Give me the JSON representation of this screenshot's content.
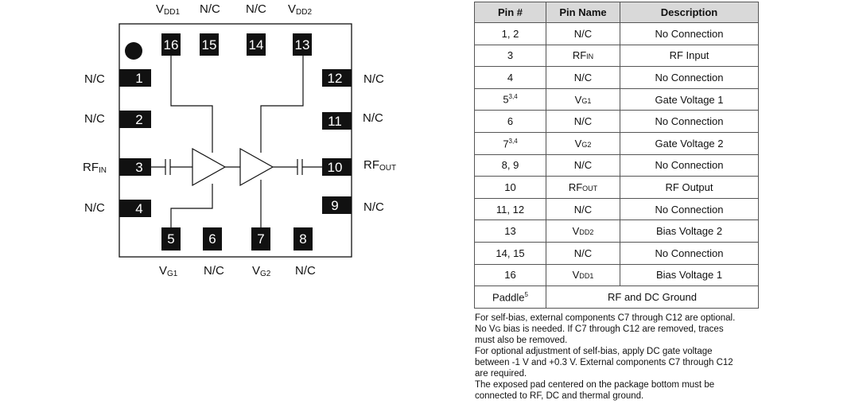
{
  "package": {
    "pin_numbers": {
      "p1": "1",
      "p2": "2",
      "p3": "3",
      "p4": "4",
      "p5": "5",
      "p6": "6",
      "p7": "7",
      "p8": "8",
      "p9": "9",
      "p10": "10",
      "p11": "11",
      "p12": "12",
      "p13": "13",
      "p14": "14",
      "p15": "15",
      "p16": "16"
    },
    "labels": {
      "top_vdd1_main": "V",
      "top_vdd1_sub": "DD1",
      "top_15": "N/C",
      "top_14": "N/C",
      "top_vdd2_main": "V",
      "top_vdd2_sub": "DD2",
      "left_1": "N/C",
      "left_2": "N/C",
      "left_rfin_main": "RF",
      "left_rfin_sub": "IN",
      "left_4": "N/C",
      "right_12": "N/C",
      "right_11": "N/C",
      "right_rfout_main": "RF",
      "right_rfout_sub": "OUT",
      "right_9": "N/C",
      "bottom_vg1_main": "V",
      "bottom_vg1_sub": "G1",
      "bottom_6": "N/C",
      "bottom_vg2_main": "V",
      "bottom_vg2_sub": "G2",
      "bottom_8": "N/C"
    }
  },
  "table": {
    "headers": {
      "pin": "Pin #",
      "name": "Pin Name",
      "desc": "Description"
    },
    "rows": [
      {
        "pin": "1, 2",
        "name": "N/C",
        "desc": "No Connection"
      },
      {
        "pin": "3",
        "name": "RF",
        "name_sub": "IN",
        "desc": "RF Input"
      },
      {
        "pin": "4",
        "name": "N/C",
        "desc": "No Connection"
      },
      {
        "pin": "5",
        "pin_sup": "3,4",
        "name": "V",
        "name_sub": "G1",
        "desc": "Gate Voltage 1"
      },
      {
        "pin": "6",
        "name": "N/C",
        "desc": "No Connection"
      },
      {
        "pin": "7",
        "pin_sup": "3,4",
        "name": "V",
        "name_sub": "G2",
        "desc": "Gate Voltage 2"
      },
      {
        "pin": "8, 9",
        "name": "N/C",
        "desc": "No Connection"
      },
      {
        "pin": "10",
        "name": "RF",
        "name_sub": "OUT",
        "desc": "RF Output"
      },
      {
        "pin": "11, 12",
        "name": "N/C",
        "desc": "No Connection"
      },
      {
        "pin": "13",
        "name": "V",
        "name_sub": "DD2",
        "desc": "Bias Voltage 2"
      },
      {
        "pin": "14, 15",
        "name": "N/C",
        "desc": "No Connection"
      },
      {
        "pin": "16",
        "name": "V",
        "name_sub": "DD1",
        "desc": "Bias Voltage 1"
      },
      {
        "pin": "Paddle",
        "pin_sup": "5",
        "desc": "RF and DC Ground"
      }
    ]
  },
  "notes": {
    "n1_a": "For self-bias, external components C7 through C12 are optional.  No V",
    "n1_sub": "G",
    "n1_b": " bias is needed. If C7 through C12 are removed, traces must also be removed.",
    "n2": "For optional adjustment of self-bias, apply DC gate voltage between -1 V and +0.3 V. External components C7 through C12 are required.",
    "n3": "The exposed pad centered on the package bottom must be connected to RF, DC and thermal ground."
  }
}
